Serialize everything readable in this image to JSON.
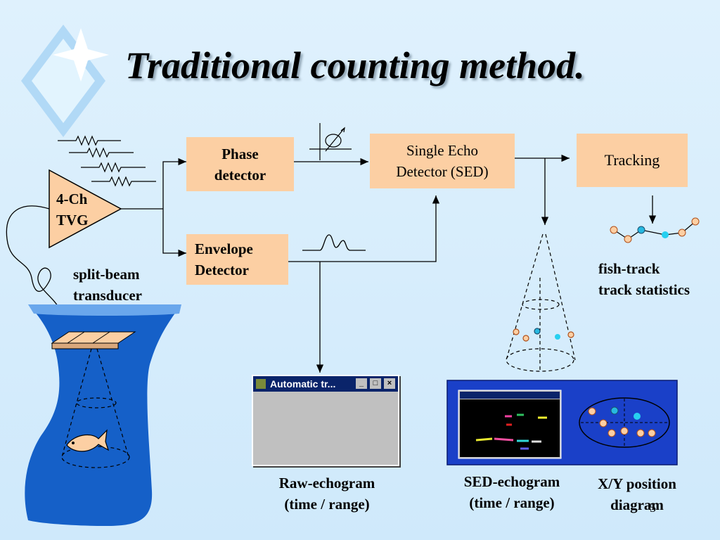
{
  "title": "Traditional counting method.",
  "blocks": {
    "tvg": [
      "4-Ch",
      "TVG"
    ],
    "phase": [
      "Phase",
      "detector"
    ],
    "envelope": [
      "Envelope",
      "Detector"
    ],
    "sed": [
      "Single Echo",
      "Detector (SED)"
    ],
    "tracking": "Tracking"
  },
  "labels": {
    "transducer": [
      "split-beam",
      "transducer"
    ],
    "fish_track": [
      "fish-track",
      "track statistics"
    ],
    "raw": [
      "Raw-echogram",
      "(time / range)"
    ],
    "sed_echogram": [
      "SED-echogram",
      "(time / range)"
    ],
    "xy": [
      "X/Y position",
      "diagram"
    ]
  },
  "windows": {
    "raw_title": "Automatic tr...",
    "sed_title": "Manual tracking!  Ping=30..."
  },
  "slide_number": "5",
  "colors": {
    "box_fill": "#fccfa3",
    "water": "#1560c8",
    "sed_panel": "#1a40c8"
  }
}
